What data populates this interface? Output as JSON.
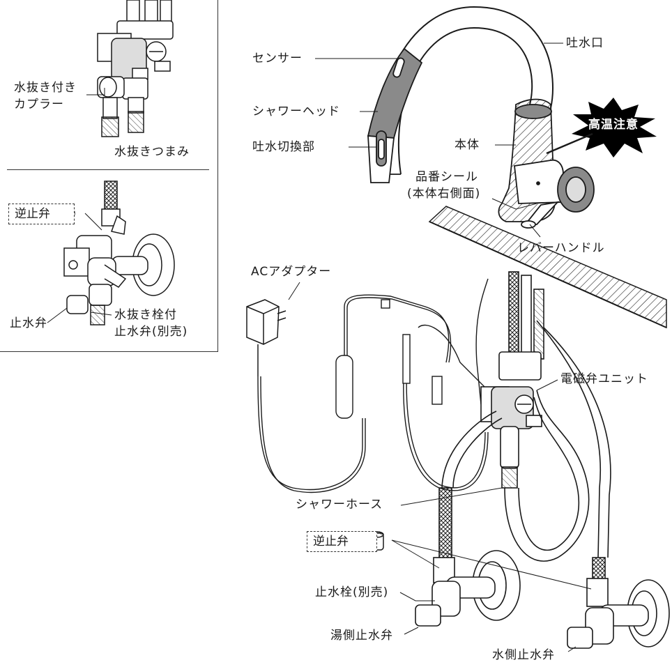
{
  "inset_top": {
    "coupler_label_line1": "水抜き付き",
    "coupler_label_line2": "カプラー",
    "drain_knob_label": "水抜きつまみ"
  },
  "inset_bottom": {
    "check_valve_label": "逆止弁",
    "stop_valve_label": "止水弁",
    "drain_stopcock_line1": "水抜き栓付",
    "drain_stopcock_line2": "止水弁(別売)"
  },
  "faucet": {
    "sensor": "センサー",
    "spout": "吐水口",
    "shower_head": "シャワーヘッド",
    "body": "本体",
    "warning": "高温注意",
    "spray_switch": "吐水切換部",
    "part_number_seal_line1": "品番シール",
    "part_number_seal_line2": "(本体右側面)",
    "lever_handle": "レバーハンドル"
  },
  "under_sink": {
    "ac_adapter": "ACアダプター",
    "solenoid_unit": "電磁弁ユニット",
    "shower_hose": "シャワーホース",
    "check_valve": "逆止弁",
    "stopcock": "止水栓(別売)",
    "hot_stop_valve": "湯側止水弁",
    "cold_stop_valve": "水側止水弁"
  },
  "colors": {
    "line": "#1a1a1a",
    "body_fill": "#8a8a8a",
    "warning_fill": "#000000"
  }
}
